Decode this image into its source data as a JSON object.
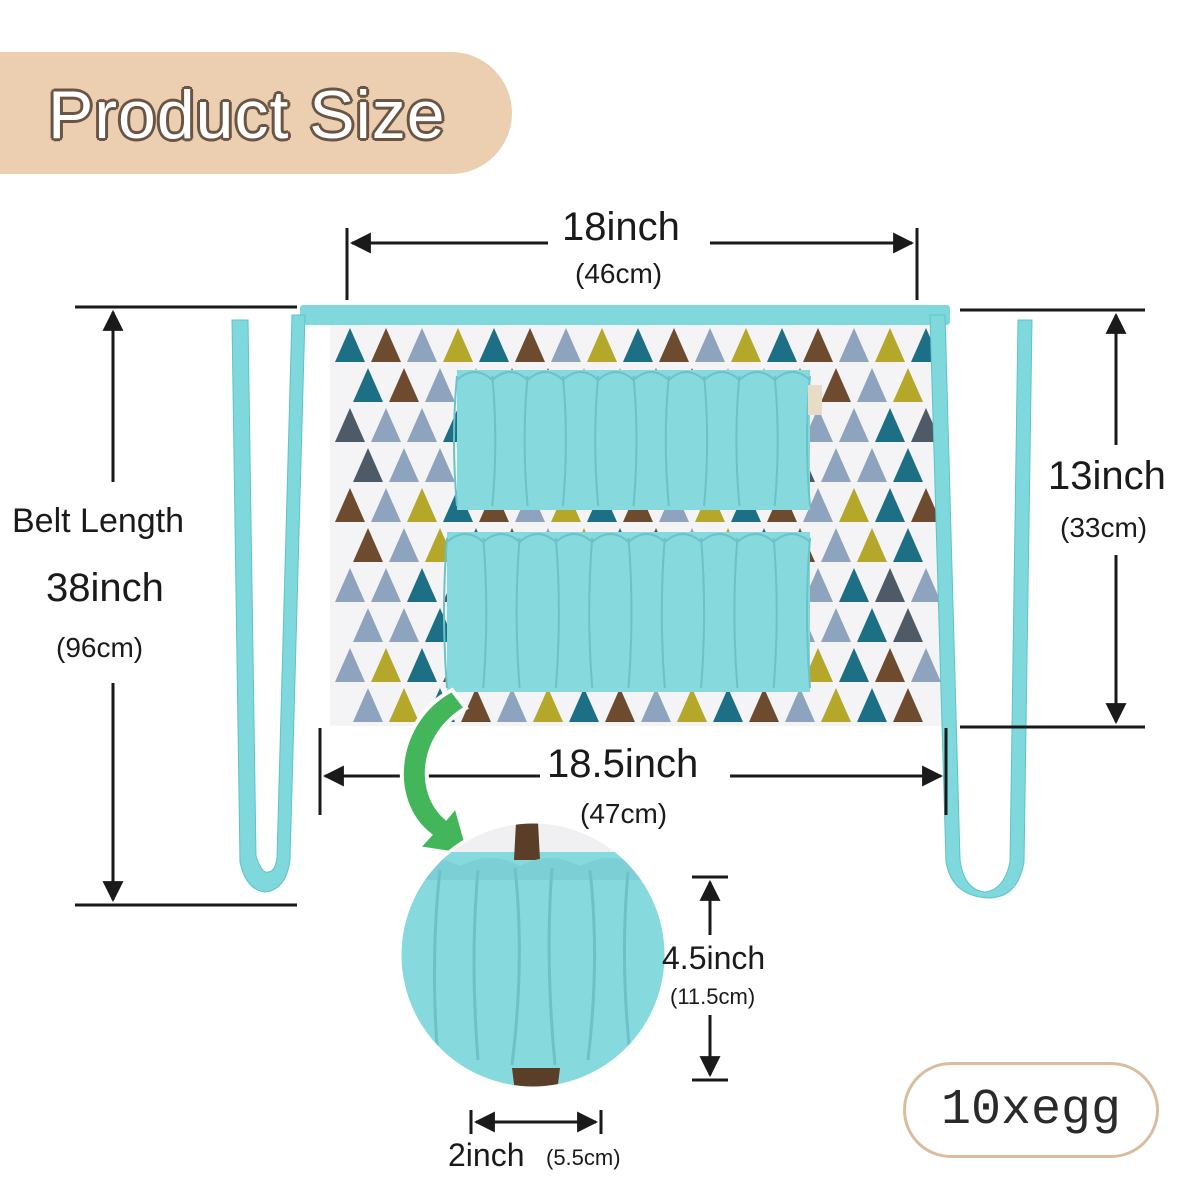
{
  "banner": {
    "title": "Product Size"
  },
  "dimensions": {
    "top_width": {
      "inch": "18inch",
      "cm": "(46cm)"
    },
    "bottom_width": {
      "inch": "18.5inch",
      "cm": "(47cm)"
    },
    "height": {
      "inch": "13inch",
      "cm": "(33cm)"
    },
    "belt": {
      "label": "Belt Length",
      "inch": "38inch",
      "cm": "(96cm)"
    },
    "pocket_height": {
      "inch": "4.5inch",
      "cm": "(11.5cm)"
    },
    "pocket_width": {
      "inch": "2inch",
      "cm": "(5.5cm)"
    }
  },
  "badge": {
    "text": "10xegg"
  },
  "colors": {
    "strap": "#7fd8dc",
    "pocket": "#86d9dd",
    "banner": "#ebcfb0",
    "arrow": "#43b65c",
    "tri_teal": "#1d6f86",
    "tri_slate": "#8ea3bd",
    "tri_olive": "#b5a72a",
    "tri_brown": "#6e4a2e",
    "tri_charcoal": "#4e5a66"
  }
}
